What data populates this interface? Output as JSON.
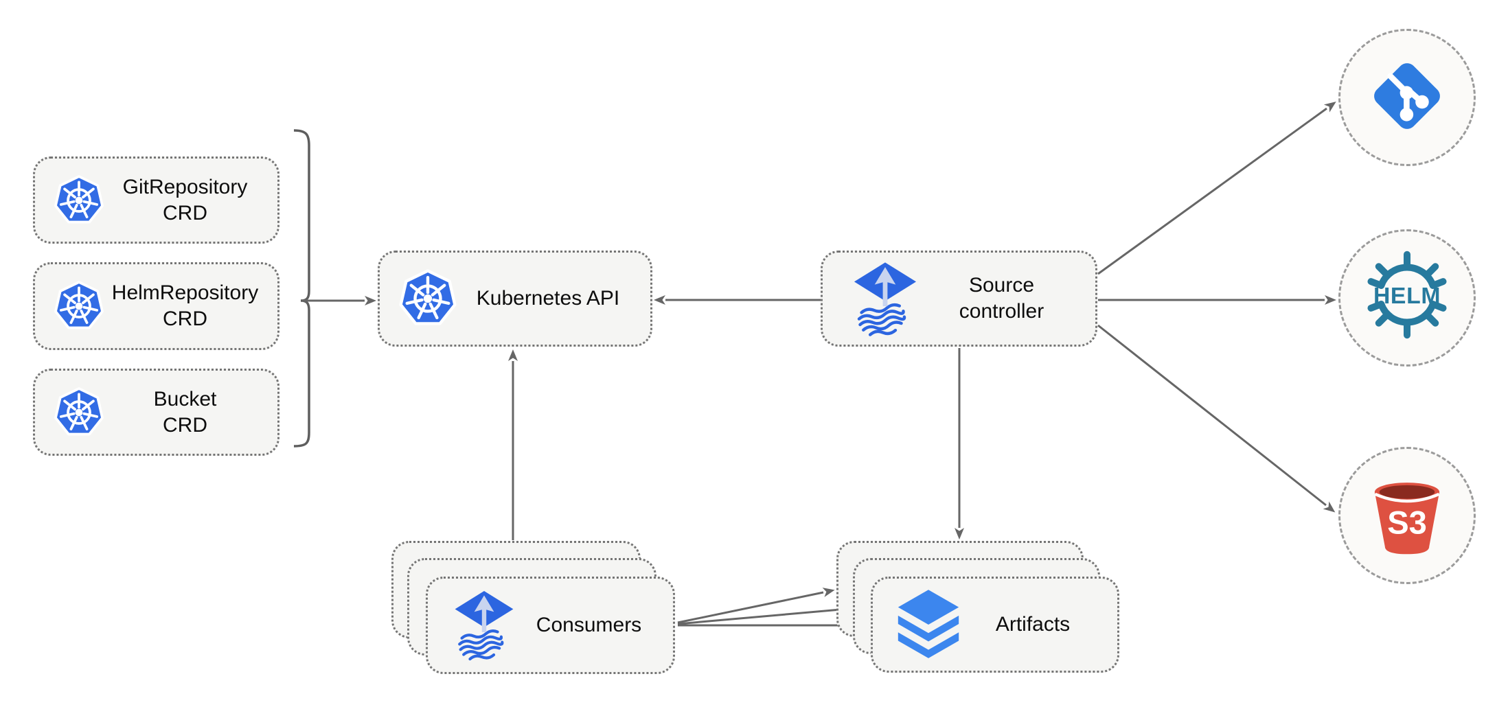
{
  "diagram": {
    "nodes": {
      "git_crd": {
        "lines": [
          "GitRepository",
          "CRD"
        ],
        "icon": "kubernetes"
      },
      "helm_crd": {
        "lines": [
          "HelmRepository",
          "CRD"
        ],
        "icon": "kubernetes"
      },
      "bucket_crd": {
        "lines": [
          "Bucket",
          "CRD"
        ],
        "icon": "kubernetes"
      },
      "k8s_api": {
        "label": "Kubernetes API",
        "icon": "kubernetes"
      },
      "source_controller": {
        "lines": [
          "Source",
          "controller"
        ],
        "icon": "flux"
      },
      "consumers": {
        "label": "Consumers",
        "icon": "flux",
        "stacked": 3
      },
      "artifacts": {
        "label": "Artifacts",
        "icon": "layers",
        "stacked": 3
      },
      "git_endpoint": {
        "icon": "git"
      },
      "helm_endpoint": {
        "icon": "helm",
        "label": "HELM"
      },
      "s3_endpoint": {
        "icon": "s3",
        "label": "S3"
      }
    },
    "edges": [
      {
        "from": "crd-group",
        "to": "kubernetes-api",
        "arrow": true
      },
      {
        "from": "source-controller",
        "to": "kubernetes-api",
        "arrow": true
      },
      {
        "from": "consumers",
        "to": "kubernetes-api",
        "arrow": true
      },
      {
        "from": "source-controller",
        "to": "artifacts",
        "arrow": true
      },
      {
        "from": "source-controller",
        "to": "git-endpoint",
        "arrow": true
      },
      {
        "from": "source-controller",
        "to": "helm-endpoint",
        "arrow": true
      },
      {
        "from": "source-controller",
        "to": "s3-endpoint",
        "arrow": true
      },
      {
        "from": "consumers",
        "to": "artifacts",
        "arrow": true,
        "count": 3
      }
    ],
    "colors": {
      "kubernetes_blue": "#326ce5",
      "flux_blue": "#2c65e0",
      "flux_arrow_light": "#c9d4ef",
      "layers_blue": "#3c86ee",
      "git_blue": "#2e7ce0",
      "helm_teal": "#277a9e",
      "s3_red": "#de5141",
      "s3_dark": "#8a2a1f",
      "arrow_gray": "#666666",
      "box_fill": "#f5f5f3",
      "box_border_dotted": "#747474",
      "circle_border_dashed": "#9b9b9b"
    }
  }
}
